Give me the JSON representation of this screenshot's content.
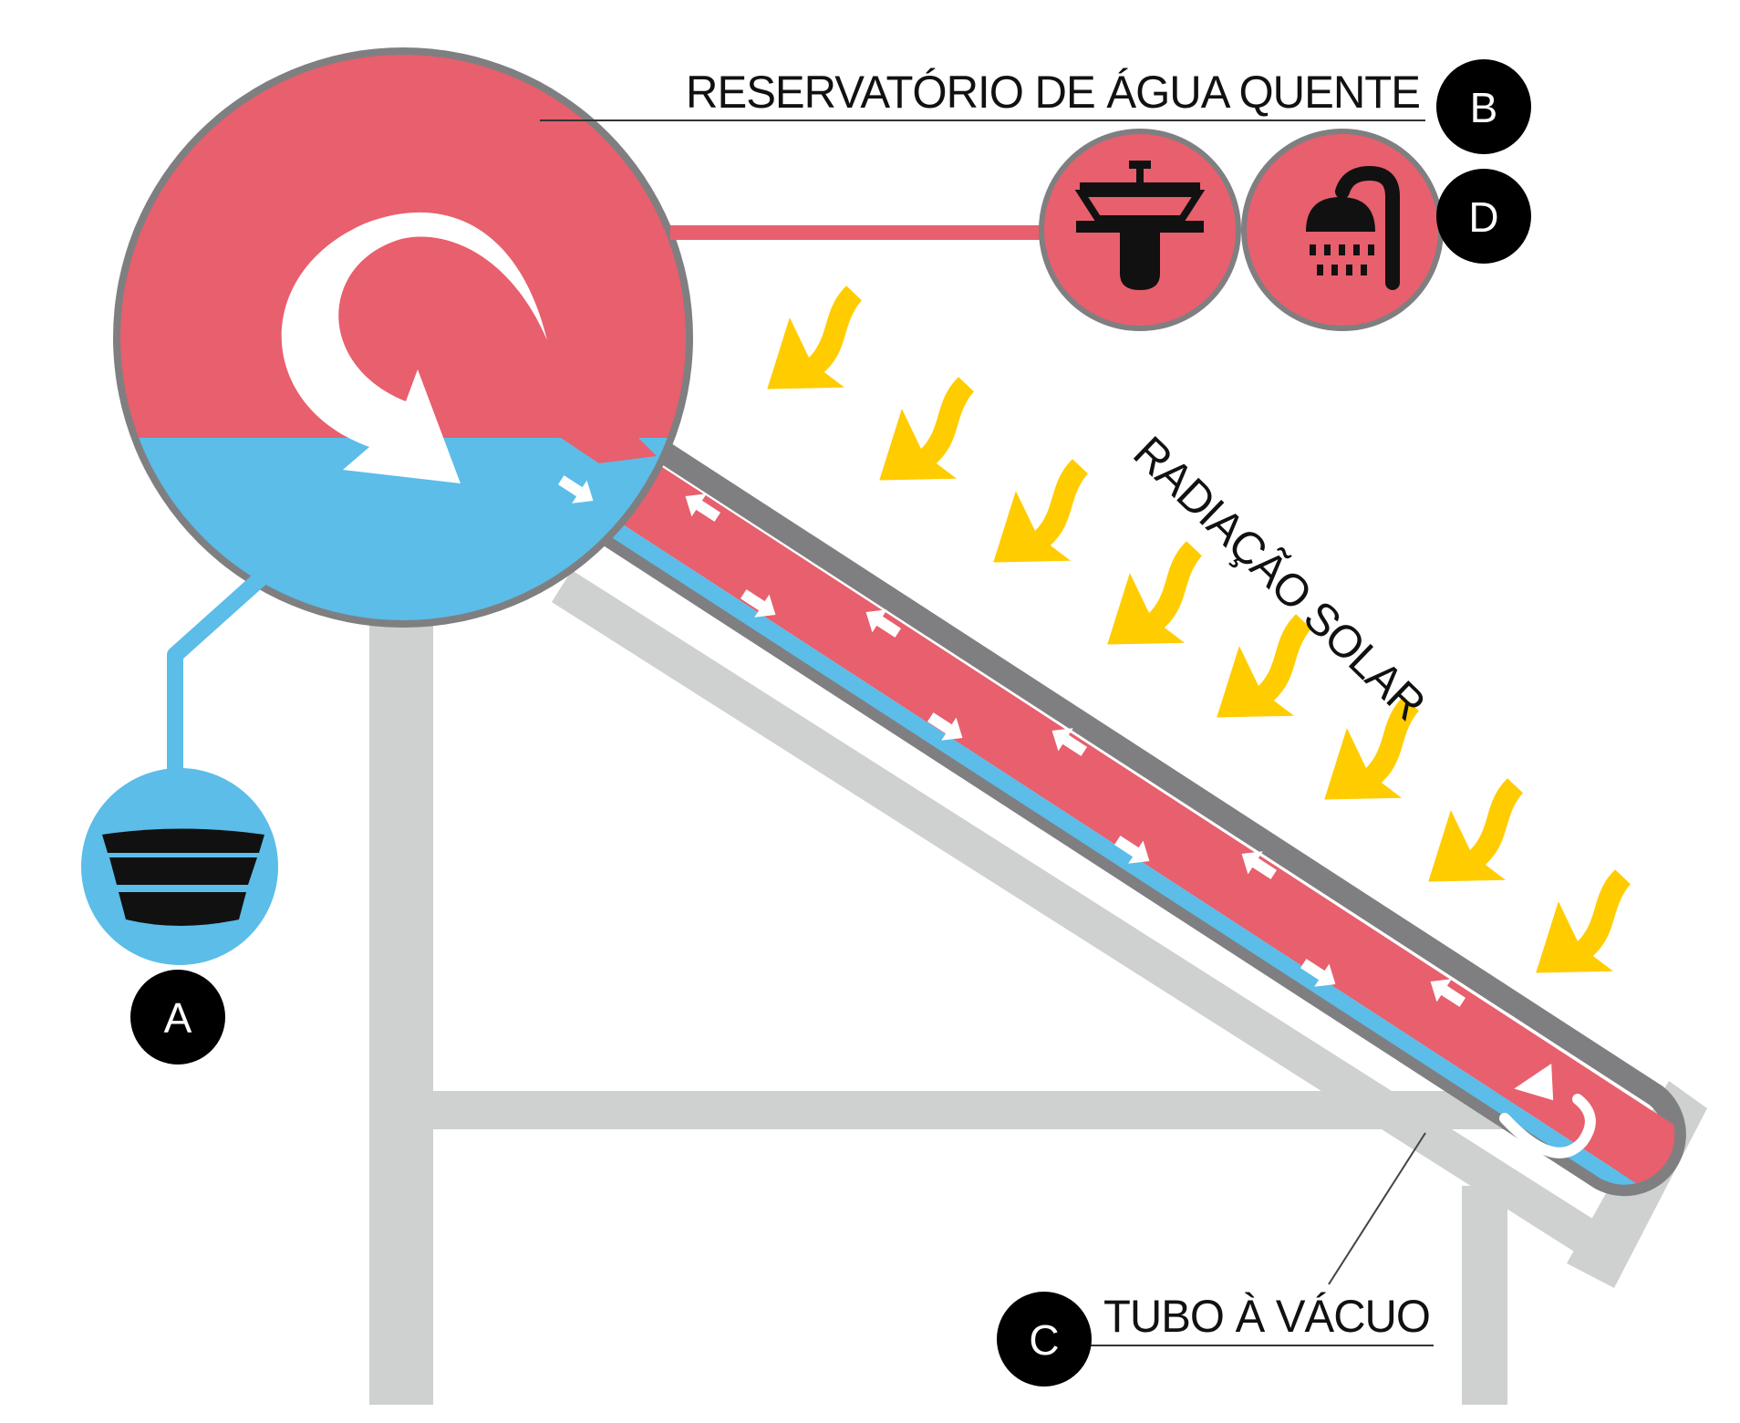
{
  "labels": {
    "reservoir": "RESERVATÓRIO DE ÁGUA QUENTE",
    "radiation": "RADIAÇÃO SOLAR",
    "vacuum_tube": "TUBO À VÁCUO"
  },
  "badges": {
    "a": "A",
    "b": "B",
    "c": "C",
    "d": "D"
  },
  "icons": {
    "cold_source": "water-tank-icon",
    "sink": "sink-icon",
    "shower": "shower-icon",
    "circulation": "circular-arrow-icon",
    "sun_ray": "sun-ray-arrow-icon"
  },
  "colors": {
    "hot_water": "#e85f6d",
    "cold_water": "#5bbde8",
    "tank_border": "#7f7f81",
    "frame": "#cfd0d0",
    "sun_ray": "#ffcc00",
    "badge": "#000000"
  }
}
